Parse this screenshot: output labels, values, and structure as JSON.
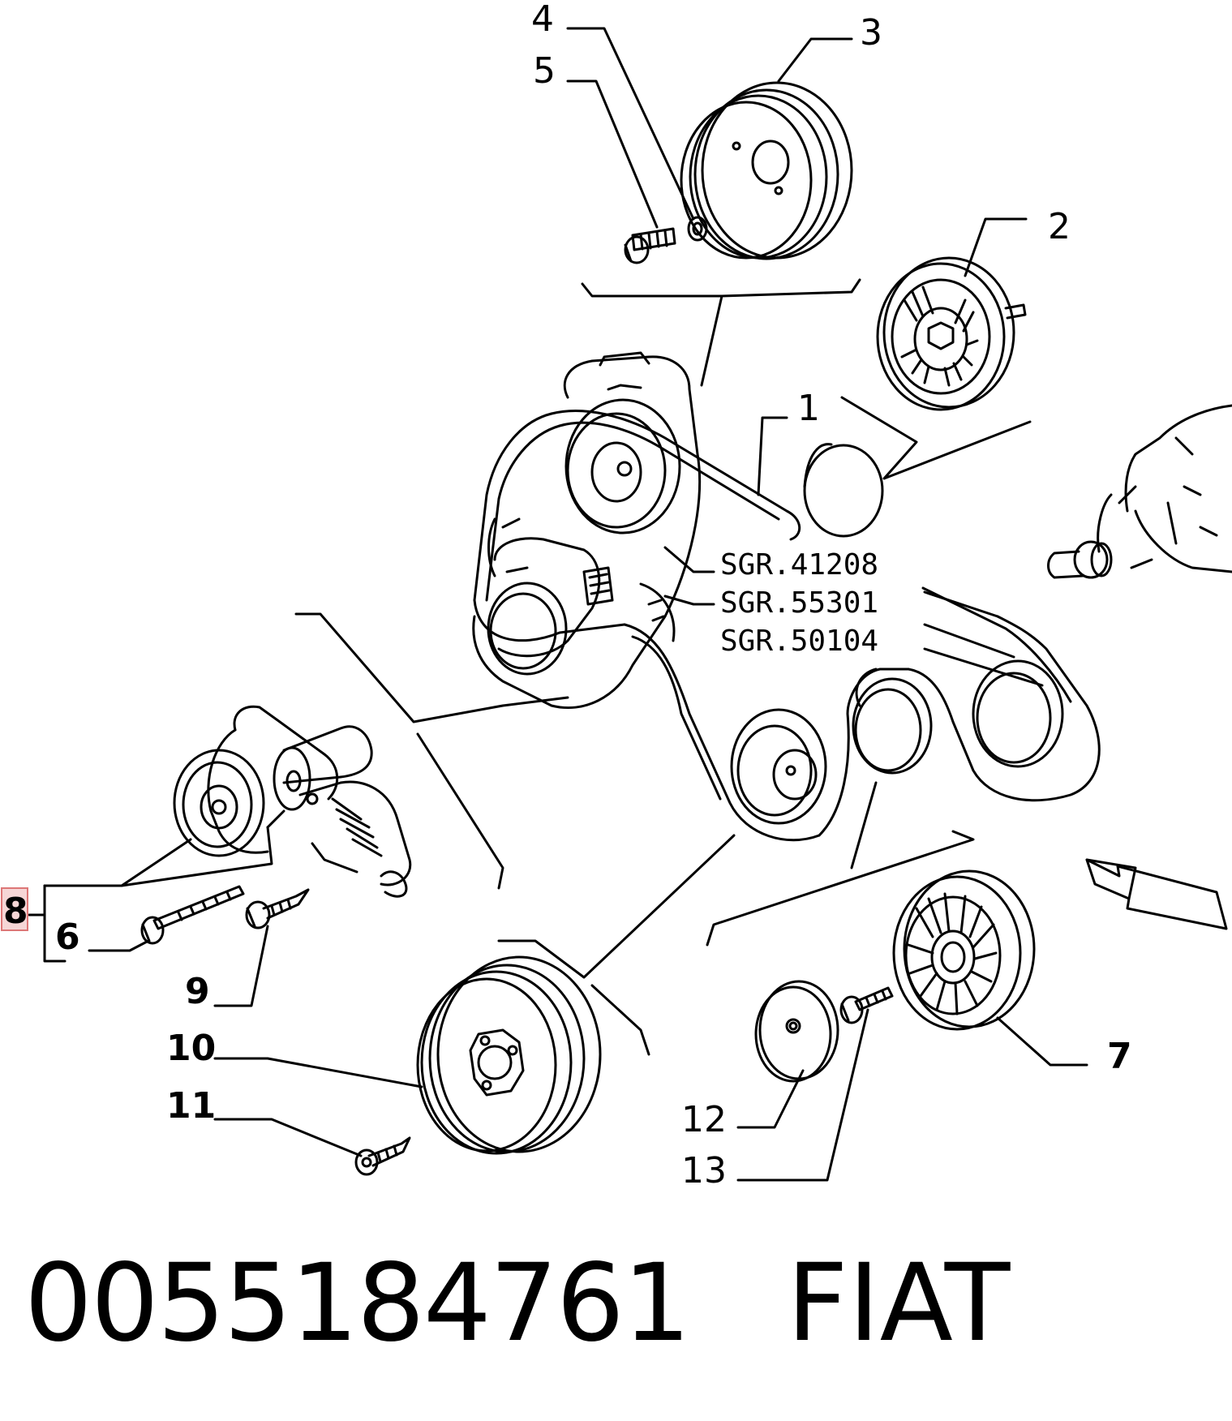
{
  "callouts": {
    "c1": "1",
    "c2": "2",
    "c3": "3",
    "c4": "4",
    "c5": "5",
    "c6": "6",
    "c7": "7",
    "c8": "8",
    "c9": "9",
    "c10": "10",
    "c11": "11",
    "c12": "12",
    "c13": "13"
  },
  "references": [
    "SGR.41208",
    "SGR.55301",
    "SGR.50104"
  ],
  "footer": {
    "part_number": "0055184761",
    "brand": "FIAT"
  },
  "colors": {
    "line": "#000000",
    "highlight": "#f6d6d6"
  }
}
